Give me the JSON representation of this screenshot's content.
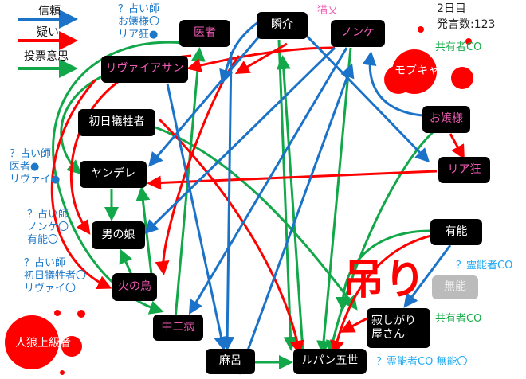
{
  "legend": {
    "trust": "信頼",
    "doubt": "疑い",
    "vote": "投票意思"
  },
  "status": {
    "day": "2日目",
    "posts": "発言数:123"
  },
  "colors": {
    "trust": "#1a73c8",
    "doubt": "#ff0000",
    "vote": "#12a84a",
    "pink": "#f05ab4"
  },
  "nodes": {
    "isha": "医者",
    "shunsuke": "瞬介",
    "nonke": "ノンケ",
    "mob": "モブキャラ",
    "leviathan": "リヴァイアサン",
    "shonichi": "初日犠牲者",
    "ojou": "お嬢様",
    "yandere": "ヤンデレ",
    "riakyo": "リア狂",
    "otokonoko": "男の娘",
    "yuunou": "有能",
    "hinotori": "火の鳥",
    "chuuni": "中二病",
    "maro": "麻呂",
    "lupin": "ルパン五世",
    "sabishi1": "寂しがり",
    "sabishi2": "屋さん",
    "jinro": "人狼上級者",
    "munou": "無能"
  },
  "annotations": {
    "nekomata": "猫又",
    "seer1": "？占い師\nお嬢様〇\nリア狂●",
    "seer2": "？占い師\n医者●\nリヴァイ●",
    "seer3": "？占い師\nノンケ〇\n有能〇",
    "seer4": "？占い師\n初日犠牲者〇\nリヴァイ〇",
    "mason1": "共有者CO",
    "mason2": "共有者CO",
    "medium1": "？霊能者CO",
    "medium2": "？霊能者CO 無能〇",
    "hanged": "吊り"
  }
}
